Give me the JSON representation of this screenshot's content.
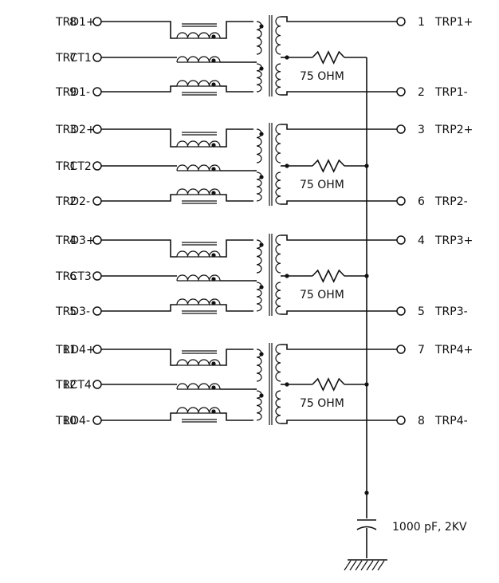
{
  "channels": [
    {
      "left": [
        {
          "name": "TRD1+",
          "pin": "8"
        },
        {
          "name": "TRCT1",
          "pin": "7"
        },
        {
          "name": "TRD1-",
          "pin": "9"
        }
      ],
      "right": [
        {
          "pin": "1",
          "name": "TRP1+"
        },
        {
          "pin": "2",
          "name": "TRP1-"
        }
      ],
      "resistor": "75 OHM"
    },
    {
      "left": [
        {
          "name": "TRD2+",
          "pin": "3"
        },
        {
          "name": "TRCT2",
          "pin": "1"
        },
        {
          "name": "TRD2-",
          "pin": "2"
        }
      ],
      "right": [
        {
          "pin": "3",
          "name": "TRP2+"
        },
        {
          "pin": "6",
          "name": "TRP2-"
        }
      ],
      "resistor": "75 OHM"
    },
    {
      "left": [
        {
          "name": "TRD3+",
          "pin": "4"
        },
        {
          "name": "TRCT3",
          "pin": "6"
        },
        {
          "name": "TRD3-",
          "pin": "5"
        }
      ],
      "right": [
        {
          "pin": "4",
          "name": "TRP3+"
        },
        {
          "pin": "5",
          "name": "TRP3-"
        }
      ],
      "resistor": "75 OHM"
    },
    {
      "left": [
        {
          "name": "TRD4+",
          "pin": "11"
        },
        {
          "name": "TRCT4",
          "pin": "12"
        },
        {
          "name": "TRD4-",
          "pin": "10"
        }
      ],
      "right": [
        {
          "pin": "7",
          "name": "TRP4+"
        },
        {
          "pin": "8",
          "name": "TRP4-"
        }
      ],
      "resistor": "75 OHM"
    }
  ],
  "capacitor": "1000 pF, 2KV"
}
